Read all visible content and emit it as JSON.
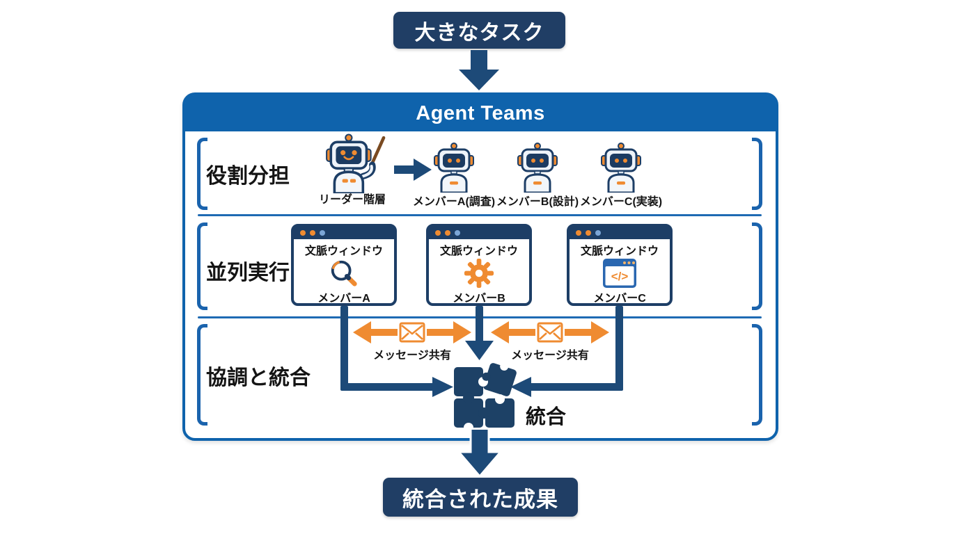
{
  "colors": {
    "navy": "#203e65",
    "blue": "#0f63ac",
    "orange": "#ef8b31",
    "arrow_navy": "#1d4a78",
    "robot_body": "#eef3f9"
  },
  "task_box": {
    "label": "大きなタスク"
  },
  "team_box": {
    "title": "Agent Teams"
  },
  "sections": [
    {
      "label": "役割分担"
    },
    {
      "label": "並列実行"
    },
    {
      "label": "協調と統合"
    }
  ],
  "roles": {
    "leader": {
      "label": "リーダー階層"
    },
    "members": [
      {
        "label": "メンバーA(調査)"
      },
      {
        "label": "メンバーB(設計)"
      },
      {
        "label": "メンバーC(実装)"
      }
    ]
  },
  "windows": [
    {
      "title": "文脈ウィンドウ",
      "member": "メンバーA",
      "icon": "magnifier-icon"
    },
    {
      "title": "文脈ウィンドウ",
      "member": "メンバーB",
      "icon": "gear-icon"
    },
    {
      "title": "文脈ウィンドウ",
      "member": "メンバーC",
      "icon": "code-window-icon",
      "icon_text": "</>"
    }
  ],
  "coordination": {
    "message_label_1": "メッセージ共有",
    "message_label_2": "メッセージ共有",
    "integration_label": "統合"
  },
  "result_box": {
    "label": "統合された成果"
  }
}
